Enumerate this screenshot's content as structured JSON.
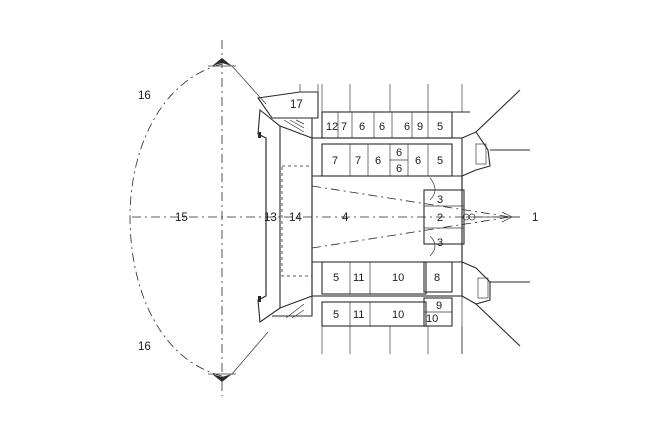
{
  "labels": {
    "l1": "1",
    "l2": "2",
    "l3a": "3",
    "l3b": "3",
    "l4": "4",
    "l5a": "5",
    "l5b": "5",
    "l5c": "5",
    "l5d": "5",
    "l6a": "6",
    "l6b": "6",
    "l6c": "6",
    "l6d": "6",
    "l6e": "6",
    "l6f": "6",
    "l6g": "6",
    "l7a": "7",
    "l7b": "7",
    "l7c": "7",
    "l8": "8",
    "l9a": "9",
    "l9b": "9",
    "l10a": "10",
    "l10b": "10",
    "l10c": "10",
    "l11a": "11",
    "l11b": "11",
    "l12": "12",
    "l13": "13",
    "l14": "14",
    "l15": "15",
    "l16a": "16",
    "l16b": "16",
    "l17": "17"
  }
}
